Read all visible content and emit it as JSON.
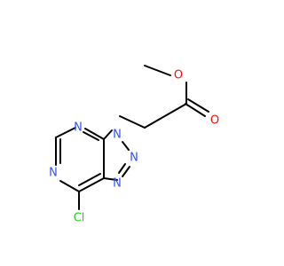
{
  "molecule": {
    "atoms": {
      "o_ether": {
        "text": "O"
      },
      "o_carbonyl": {
        "text": "O"
      },
      "n1": {
        "text": "N"
      },
      "n2": {
        "text": "N"
      },
      "n3": {
        "text": "N"
      },
      "n_pyr_top": {
        "text": "N"
      },
      "n_pyr_left": {
        "text": "N"
      },
      "cl": {
        "text": "Cl"
      }
    },
    "colors": {
      "bond": "#000000",
      "oxygen": "#ff0d0d",
      "nitrogen": "#3050f8",
      "chlorine": "#1fd01f"
    }
  }
}
